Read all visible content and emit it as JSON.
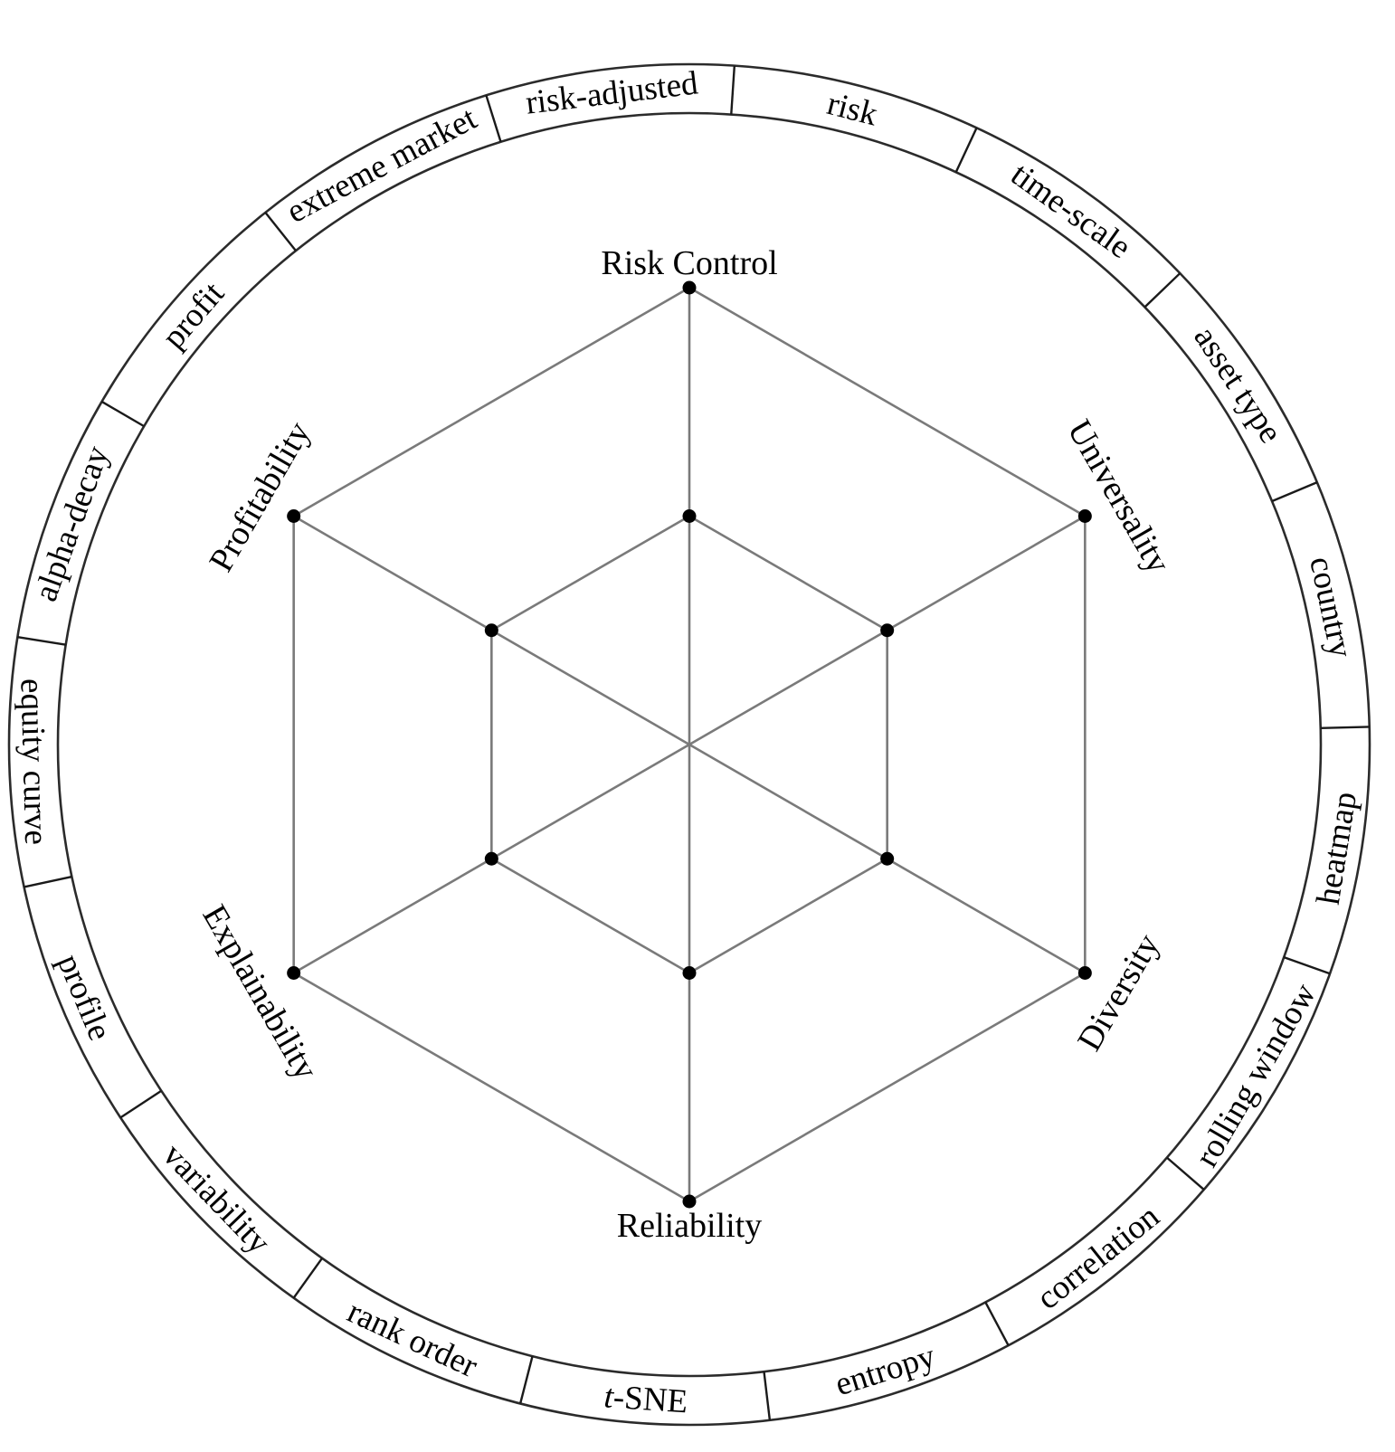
{
  "ring": {
    "segments": [
      {
        "label": "risk"
      },
      {
        "label": "time-scale"
      },
      {
        "label": "asset type"
      },
      {
        "label": "country"
      },
      {
        "label": "heatmap"
      },
      {
        "label": "rolling window"
      },
      {
        "label": "correlation"
      },
      {
        "label": "entropy"
      },
      {
        "label": "t-SNE",
        "italic_prefix": "t",
        "rest": "-SNE"
      },
      {
        "label": "rank order"
      },
      {
        "label": "variability"
      },
      {
        "label": "profile"
      },
      {
        "label": "equity curve"
      },
      {
        "label": "alpha-decay"
      },
      {
        "label": "profit"
      },
      {
        "label": "extreme market"
      },
      {
        "label": "risk-adjusted"
      }
    ]
  },
  "radar": {
    "axes": [
      {
        "label": "Risk Control"
      },
      {
        "label": "Universality"
      },
      {
        "label": "Diversity"
      },
      {
        "label": "Reliability"
      },
      {
        "label": "Explainability"
      },
      {
        "label": "Profitability"
      }
    ],
    "levels": [
      0.5,
      1.0
    ]
  },
  "colors": {
    "ring": "#2b2b2b",
    "web": "#7a7a7a",
    "vertex": "#000000",
    "text": "#000000"
  }
}
